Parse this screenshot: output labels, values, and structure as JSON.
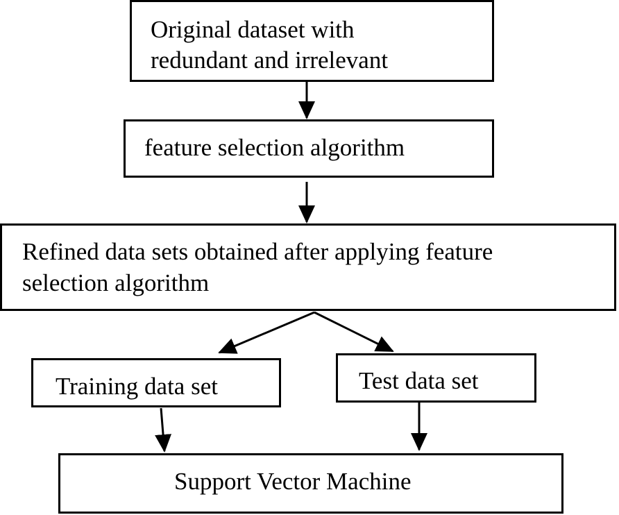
{
  "diagram": {
    "nodes": {
      "original": {
        "line1": "Original dataset with",
        "line2": "redundant and irrelevant"
      },
      "feature_selection": {
        "text": "feature selection algorithm"
      },
      "refined": {
        "line1": "Refined data sets obtained after applying feature",
        "line2": "selection algorithm"
      },
      "training": {
        "text": "Training data set"
      },
      "test": {
        "text": "Test data set"
      },
      "svm": {
        "text": "Support Vector Machine"
      }
    },
    "edges": [
      {
        "from": "original",
        "to": "feature_selection"
      },
      {
        "from": "feature_selection",
        "to": "refined"
      },
      {
        "from": "refined",
        "to": "training"
      },
      {
        "from": "refined",
        "to": "test"
      },
      {
        "from": "training",
        "to": "svm"
      },
      {
        "from": "test",
        "to": "svm"
      }
    ],
    "colors": {
      "stroke": "#000000",
      "background": "#ffffff"
    }
  }
}
